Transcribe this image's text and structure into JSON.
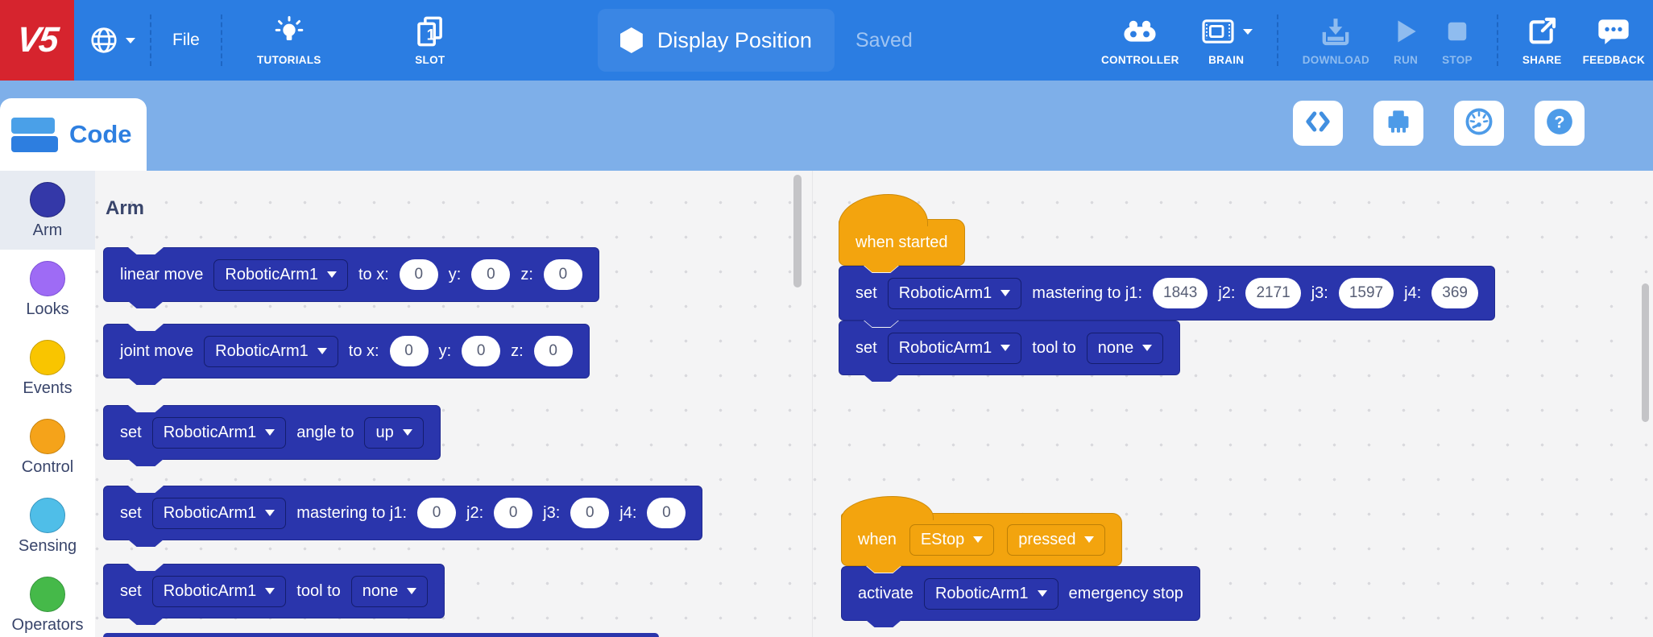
{
  "header": {
    "logo_text": "V5",
    "file_menu_label": "File",
    "tutorials_label": "TUTORIALS",
    "slot": {
      "label": "SLOT",
      "number": "1"
    },
    "project": {
      "title": "Display Position",
      "status": "Saved"
    },
    "controller_label": "CONTROLLER",
    "brain_label": "BRAIN",
    "download_label": "DOWNLOAD",
    "run_label": "RUN",
    "stop_label": "STOP",
    "share_label": "SHARE",
    "feedback_label": "FEEDBACK"
  },
  "toolbar": {
    "code_tab_label": "Code"
  },
  "icons": [
    "globe-icon",
    "lightbulb-icon",
    "slot-page-icon",
    "hexagon-icon",
    "controller-icon",
    "brain-icon",
    "download-icon",
    "run-icon",
    "stop-icon",
    "share-icon",
    "feedback-icon",
    "code-brackets-icon",
    "device-port-icon",
    "dashboard-icon",
    "help-icon"
  ],
  "colors": {
    "header_blue": "#2B7DE2",
    "toolbar_blue": "#7EAFE9",
    "logo_red": "#D6242E",
    "block_blue": "#2A35AC",
    "hat_gold": "#F3A40E"
  },
  "sidebar": {
    "categories": [
      {
        "label": "Arm",
        "color": "#3438A8",
        "border_color": "#23277E",
        "selected": true
      },
      {
        "label": "Looks",
        "color": "#9E6BF5",
        "border_color": "#7C50D6",
        "selected": false
      },
      {
        "label": "Events",
        "color": "#F9C500",
        "border_color": "#C79E00",
        "selected": false
      },
      {
        "label": "Control",
        "color": "#F5A31A",
        "border_color": "#C6820D",
        "selected": false
      },
      {
        "label": "Sensing",
        "color": "#4FBEE8",
        "border_color": "#3795BF",
        "selected": false
      },
      {
        "label": "Operators",
        "color": "#45B949",
        "border_color": "#35953C",
        "selected": false
      }
    ]
  },
  "palette": {
    "header": "Arm",
    "blocks": [
      {
        "name": "linear-move",
        "segments": [
          {
            "t": "label",
            "v": "linear move"
          },
          {
            "t": "dropdown",
            "v": "RoboticArm1"
          },
          {
            "t": "label",
            "v": "to x:"
          },
          {
            "t": "input",
            "v": "0"
          },
          {
            "t": "label",
            "v": "y:"
          },
          {
            "t": "input",
            "v": "0"
          },
          {
            "t": "label",
            "v": "z:"
          },
          {
            "t": "input",
            "v": "0"
          }
        ]
      },
      {
        "name": "joint-move",
        "segments": [
          {
            "t": "label",
            "v": "joint move"
          },
          {
            "t": "dropdown",
            "v": "RoboticArm1"
          },
          {
            "t": "label",
            "v": "to x:"
          },
          {
            "t": "input",
            "v": "0"
          },
          {
            "t": "label",
            "v": "y:"
          },
          {
            "t": "input",
            "v": "0"
          },
          {
            "t": "label",
            "v": "z:"
          },
          {
            "t": "input",
            "v": "0"
          }
        ]
      },
      {
        "name": "set-angle",
        "segments": [
          {
            "t": "label",
            "v": "set"
          },
          {
            "t": "dropdown",
            "v": "RoboticArm1"
          },
          {
            "t": "label",
            "v": "angle to"
          },
          {
            "t": "dropdown",
            "v": "up"
          }
        ]
      },
      {
        "name": "set-mastering",
        "segments": [
          {
            "t": "label",
            "v": "set"
          },
          {
            "t": "dropdown",
            "v": "RoboticArm1"
          },
          {
            "t": "label",
            "v": "mastering to j1:"
          },
          {
            "t": "input",
            "v": "0"
          },
          {
            "t": "label",
            "v": "j2:"
          },
          {
            "t": "input",
            "v": "0"
          },
          {
            "t": "label",
            "v": "j3:"
          },
          {
            "t": "input",
            "v": "0"
          },
          {
            "t": "label",
            "v": "j4:"
          },
          {
            "t": "input",
            "v": "0"
          }
        ]
      },
      {
        "name": "set-tool",
        "segments": [
          {
            "t": "label",
            "v": "set"
          },
          {
            "t": "dropdown",
            "v": "RoboticArm1"
          },
          {
            "t": "label",
            "v": "tool to"
          },
          {
            "t": "dropdown",
            "v": "none"
          }
        ]
      }
    ]
  },
  "workspace": {
    "scripts": [
      {
        "hat": {
          "name": "when-started",
          "segments": [
            {
              "t": "label",
              "v": "when started"
            }
          ]
        },
        "blocks": [
          {
            "name": "set-mastering",
            "segments": [
              {
                "t": "label",
                "v": "set"
              },
              {
                "t": "dropdown",
                "v": "RoboticArm1"
              },
              {
                "t": "label",
                "v": "mastering to j1:"
              },
              {
                "t": "input",
                "v": "1843"
              },
              {
                "t": "label",
                "v": "j2:"
              },
              {
                "t": "input",
                "v": "2171"
              },
              {
                "t": "label",
                "v": "j3:"
              },
              {
                "t": "input",
                "v": "1597"
              },
              {
                "t": "label",
                "v": "j4:"
              },
              {
                "t": "input",
                "v": "369"
              }
            ]
          },
          {
            "name": "set-tool",
            "segments": [
              {
                "t": "label",
                "v": "set"
              },
              {
                "t": "dropdown",
                "v": "RoboticArm1"
              },
              {
                "t": "label",
                "v": "tool to"
              },
              {
                "t": "dropdown",
                "v": "none"
              }
            ]
          }
        ]
      },
      {
        "hat": {
          "name": "when-estop-pressed",
          "segments": [
            {
              "t": "label",
              "v": "when"
            },
            {
              "t": "dropdown",
              "v": "EStop"
            },
            {
              "t": "dropdown",
              "v": "pressed"
            }
          ]
        },
        "blocks": [
          {
            "name": "activate-emergency-stop",
            "segments": [
              {
                "t": "label",
                "v": "activate"
              },
              {
                "t": "dropdown",
                "v": "RoboticArm1"
              },
              {
                "t": "label",
                "v": "emergency stop"
              }
            ]
          }
        ]
      }
    ]
  }
}
